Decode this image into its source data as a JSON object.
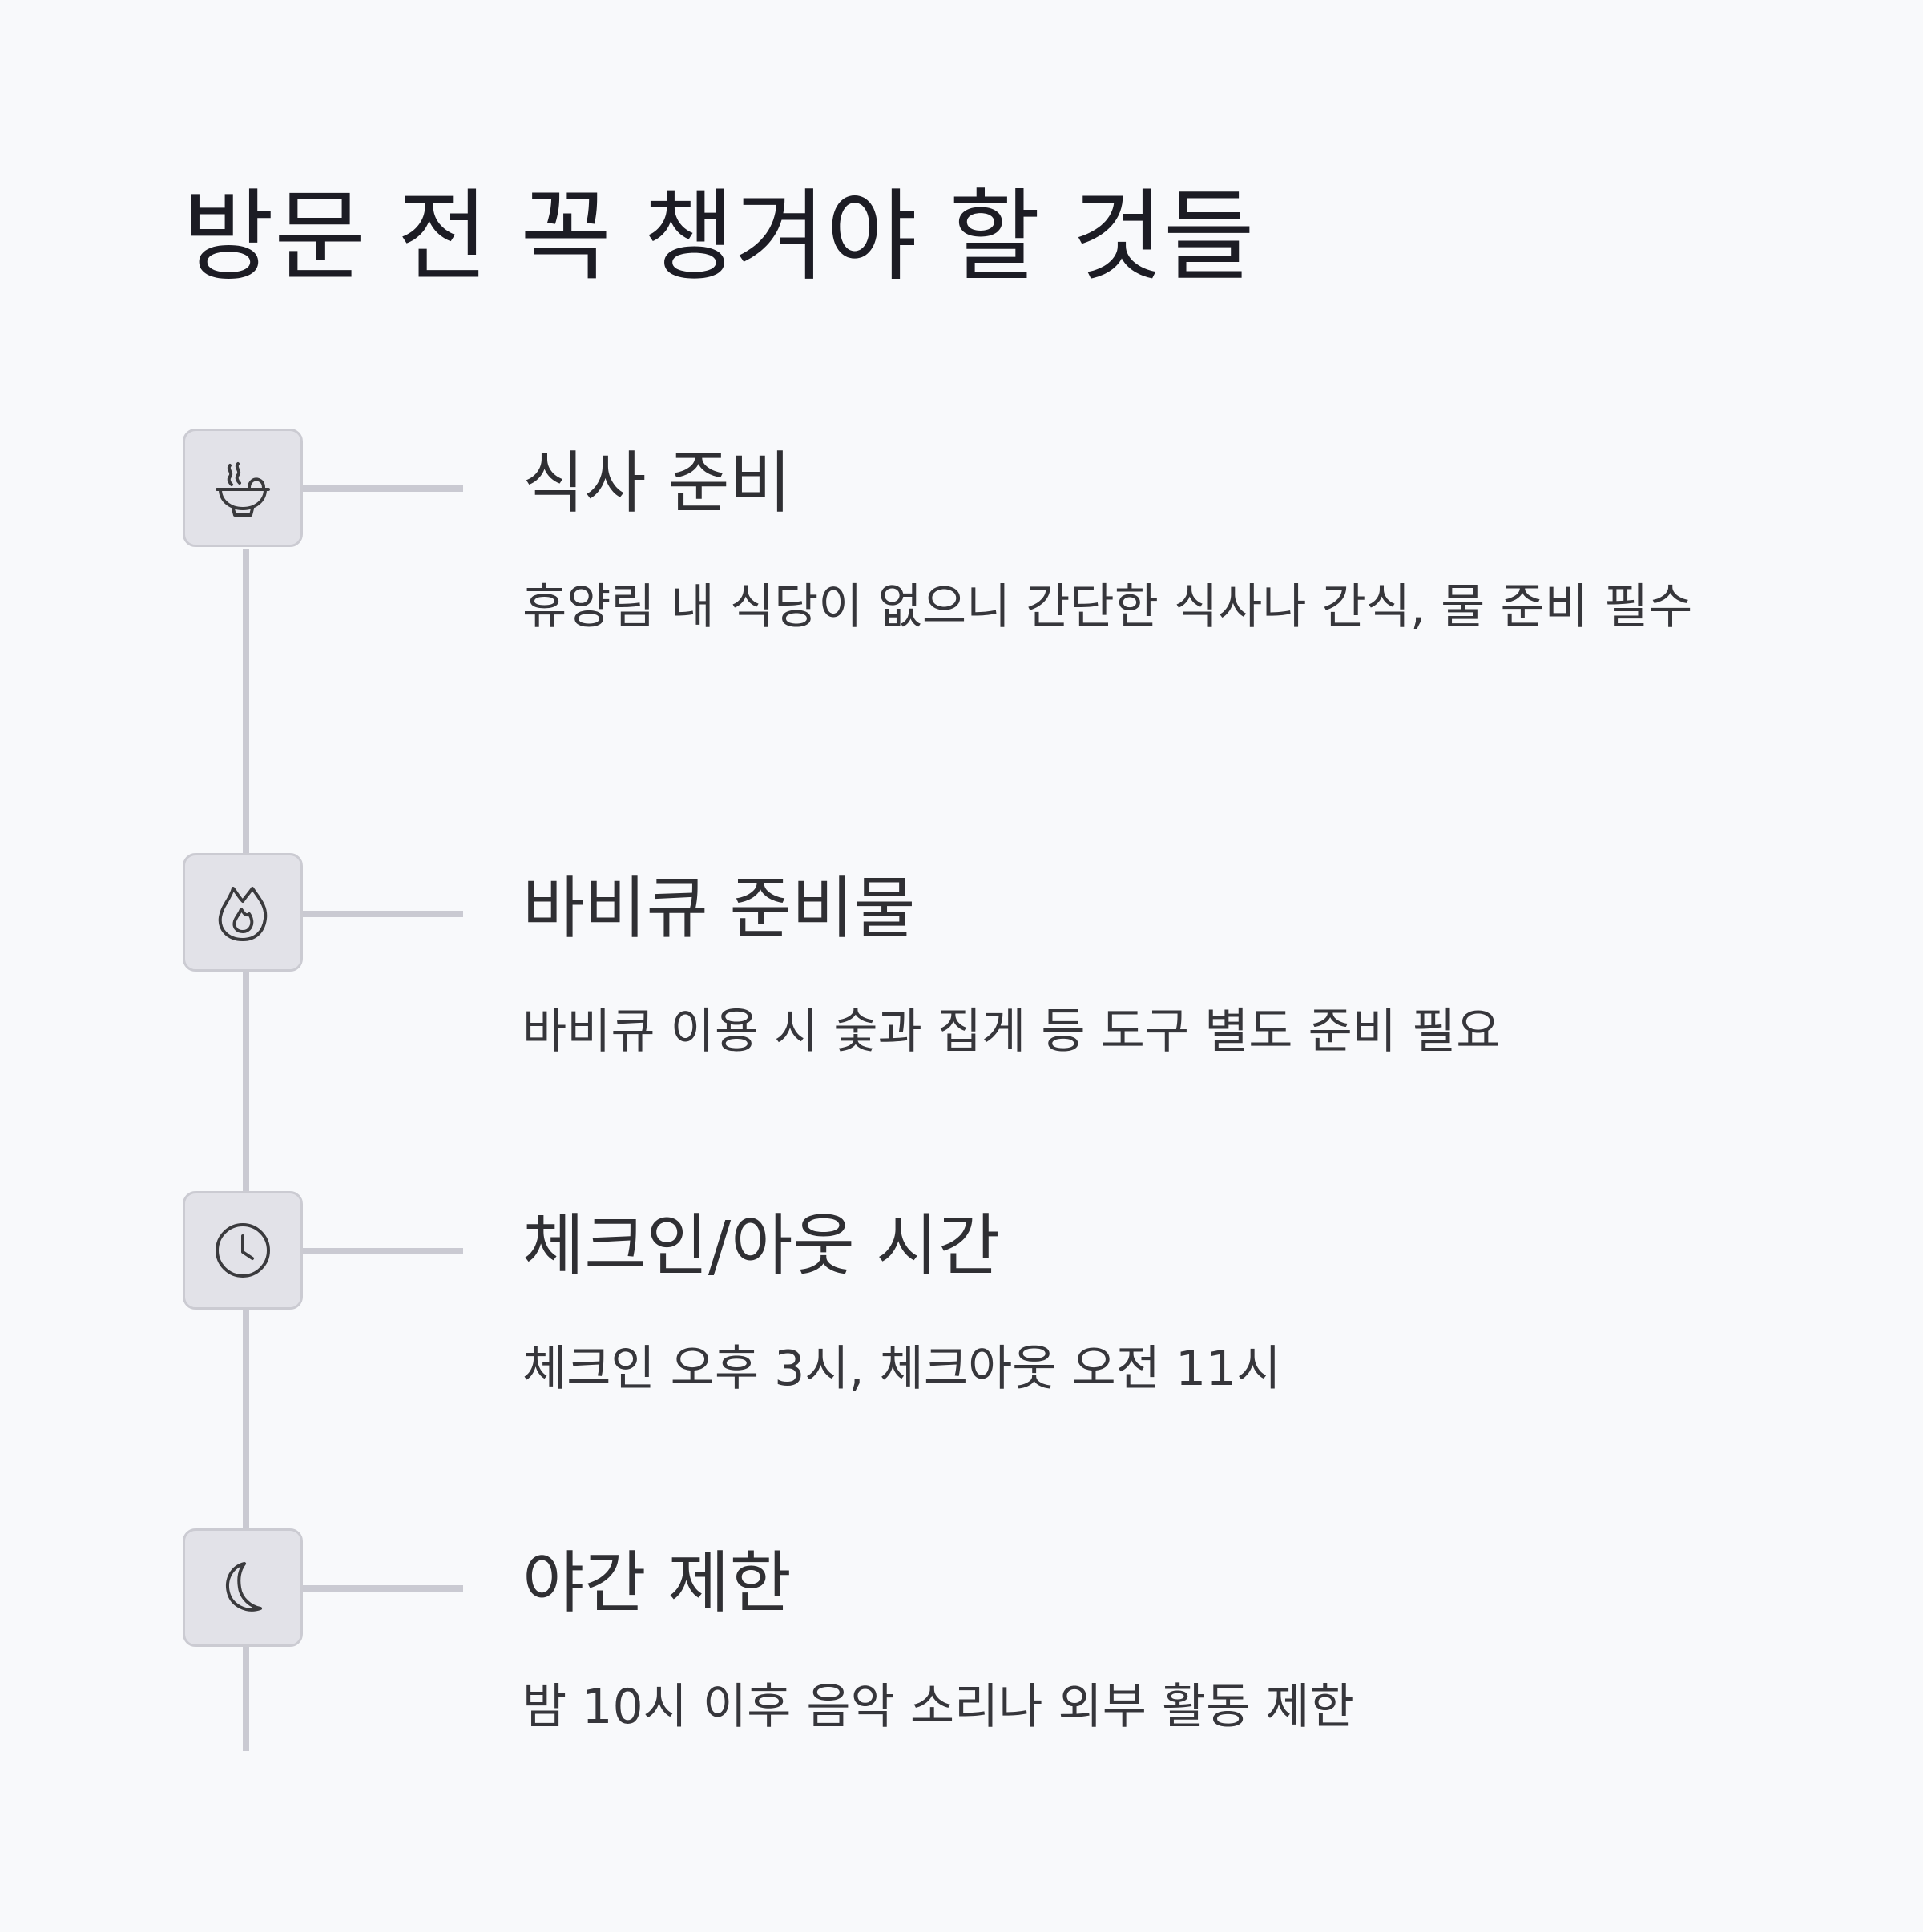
{
  "title": "방문 전 꼭 챙겨야 할 것들",
  "items": [
    {
      "icon": "bowl-icon",
      "title": "식사 준비",
      "description": "휴양림 내 식당이 없으니 간단한 식사나 간식, 물 준비 필수"
    },
    {
      "icon": "flame-icon",
      "title": "바비큐 준비물",
      "description": "바비큐 이용 시 숯과 집게 등 도구 별도 준비 필요"
    },
    {
      "icon": "clock-icon",
      "title": "체크인/아웃 시간",
      "description": "체크인 오후 3시, 체크아웃 오전 11시"
    },
    {
      "icon": "moon-icon",
      "title": "야간 제한",
      "description": "밤 10시 이후 음악 소리나 외부 활동 제한"
    }
  ],
  "colors": {
    "background": "#f8f9fb",
    "icon_box": "#e2e2e8",
    "connector": "#cacad2",
    "text": "#2f2f33"
  }
}
